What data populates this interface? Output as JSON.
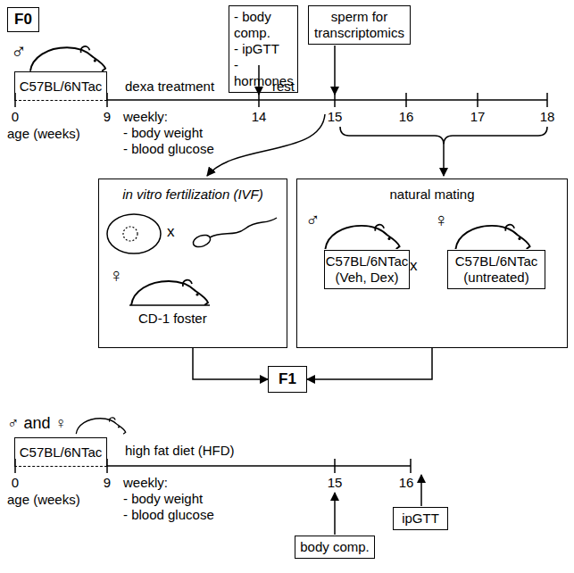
{
  "diagram": {
    "nodes": [
      {
        "text": [
          "F0"
        ]
      },
      {
        "text": [
          "C57BL/6NTac"
        ]
      },
      {
        "text": [
          "- body comp.",
          "- ipGTT",
          "- hormones"
        ]
      },
      {
        "text": [
          "sperm for transcriptomics"
        ]
      },
      {
        "text": [
          "in vitro fertilization (IVF)"
        ]
      },
      {
        "text": [
          "natural mating"
        ]
      },
      {
        "text": [
          "C57BL/6NTac (Veh, Dex)"
        ],
        "in": 5
      },
      {
        "text": [
          "C57BL/6NTac (untreated)"
        ],
        "in": 5
      },
      {
        "text": [
          "F1"
        ]
      },
      {
        "text": [
          "C57BL/6NTac"
        ]
      },
      {
        "text": [
          "body comp."
        ]
      },
      {
        "text": [
          "ipGTT"
        ]
      }
    ],
    "edges": [
      {
        "from": 4,
        "to": 8,
        "arrow": "to"
      },
      {
        "from": 5,
        "to": 8,
        "arrow": "to"
      }
    ],
    "labels": [
      "♂",
      "0",
      "9",
      "14",
      "15",
      "16",
      "17",
      "18",
      "age (weeks)",
      "dexa treatment",
      "weekly:",
      "- body weight",
      "- blood glucose",
      "rest",
      "x",
      "♀",
      "CD-1 foster",
      "♂",
      "x",
      "♀",
      "♂ and ♀",
      "0",
      "9",
      "15",
      "16",
      "age (weeks)",
      "high fat diet (HFD)",
      "weekly:",
      "- body weight",
      "- blood glucose"
    ]
  }
}
